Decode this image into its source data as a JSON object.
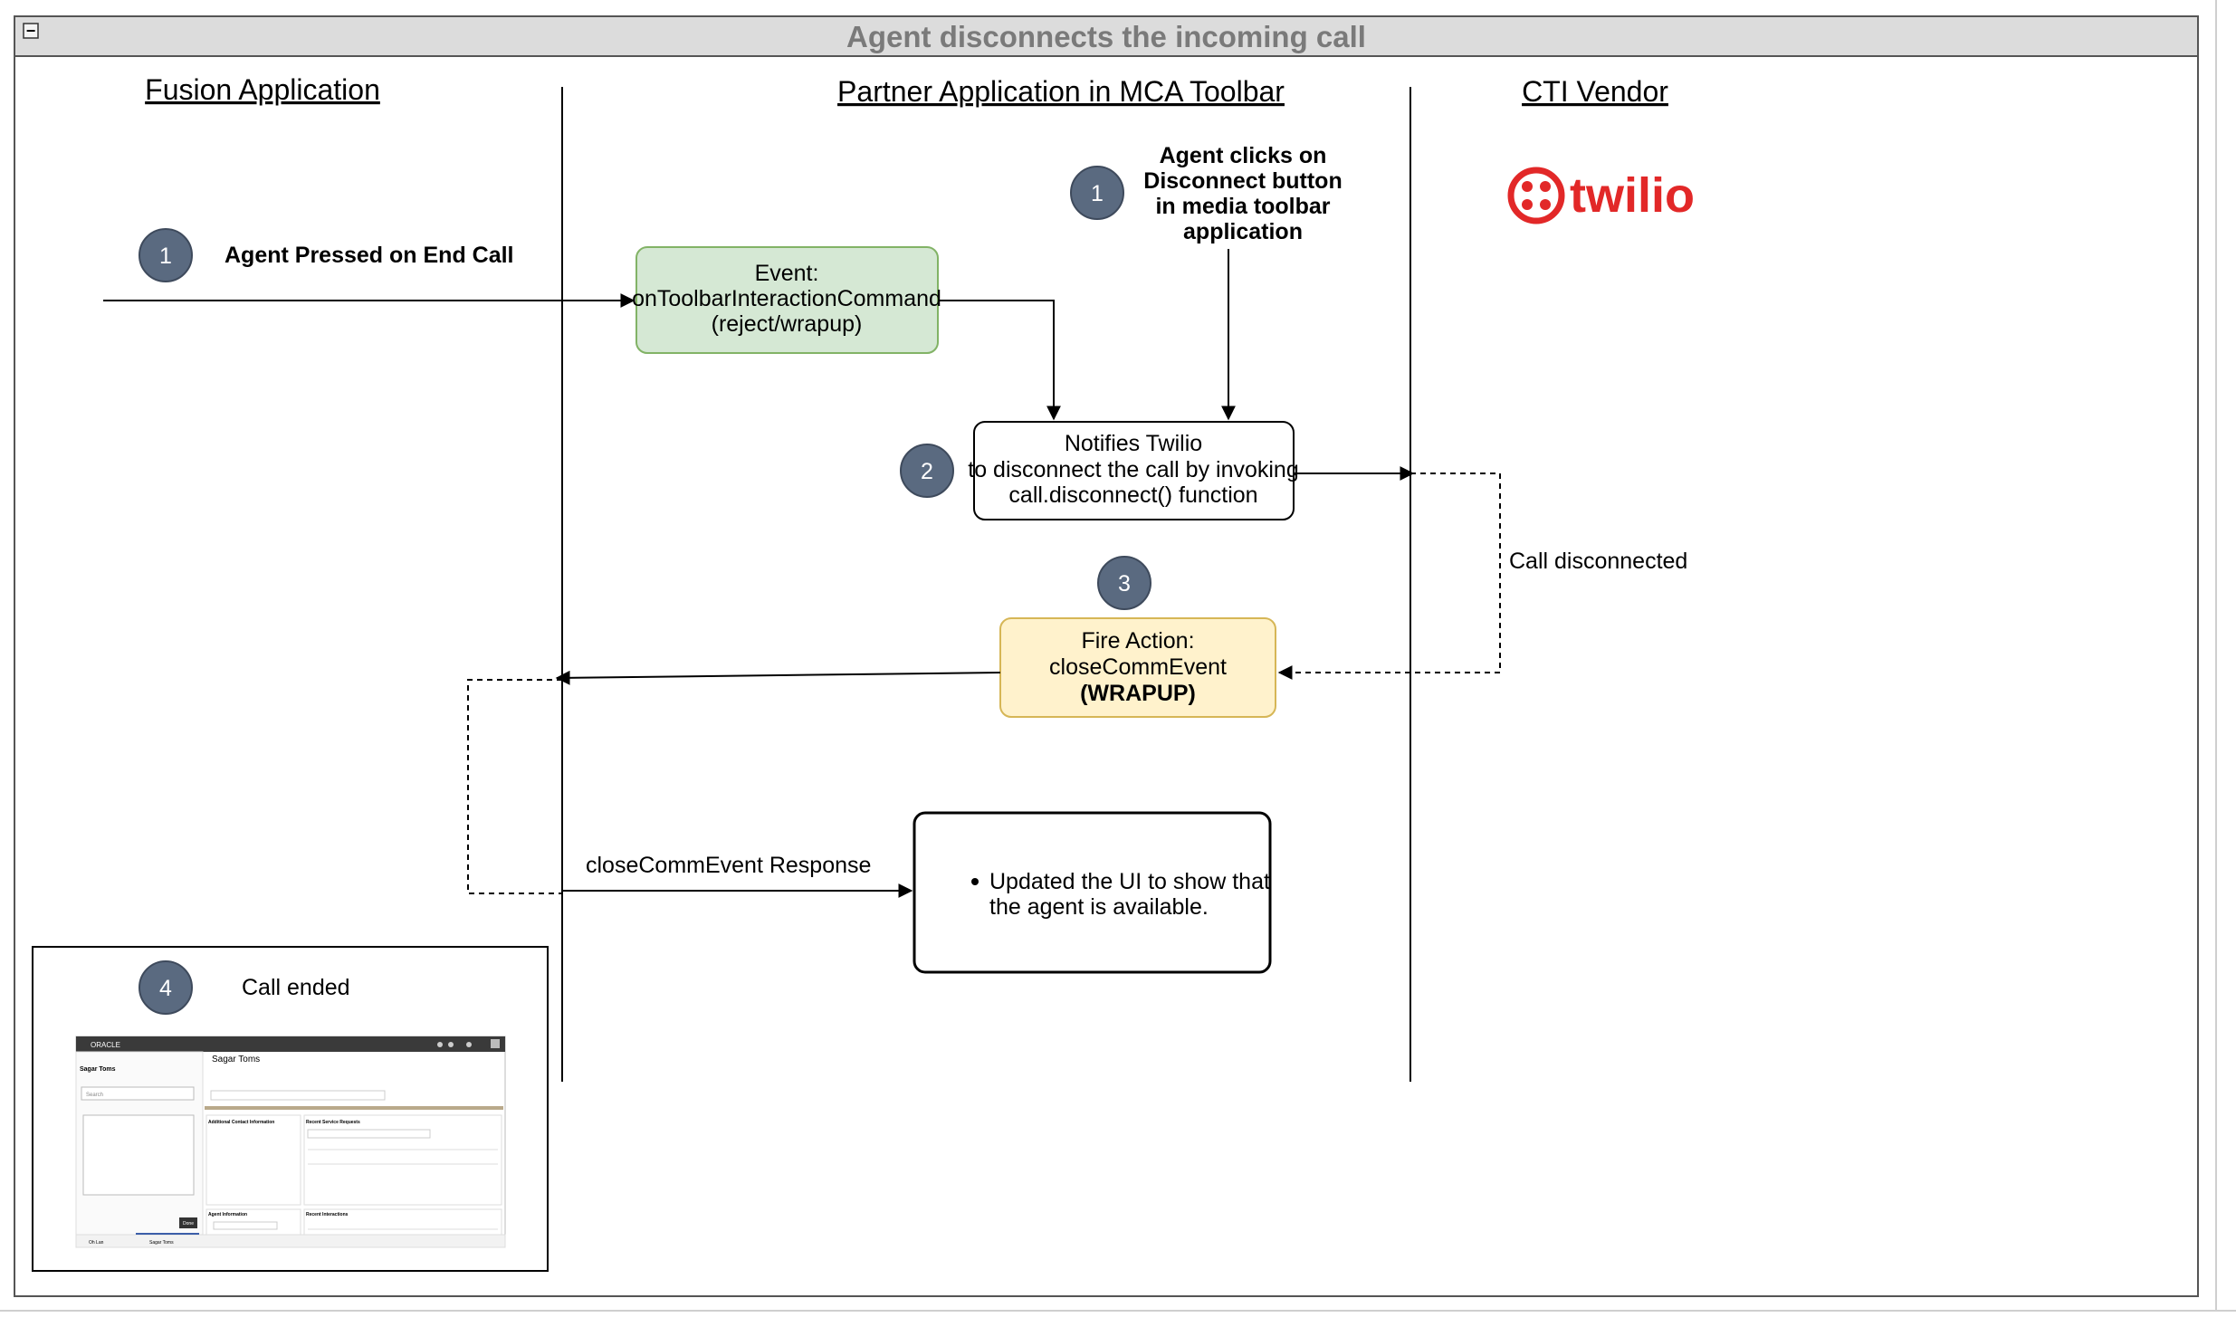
{
  "title": "Agent disconnects the incoming call",
  "lanes": {
    "fusion": "Fusion Application",
    "partner": "Partner Application in MCA Toolbar",
    "cti": "CTI Vendor"
  },
  "brand": {
    "name": "twilio",
    "color": "#e22828"
  },
  "steps": {
    "agent_pressed": {
      "number": "1",
      "label": "Agent Pressed on End Call"
    },
    "agent_clicks": {
      "number": "1",
      "lines": [
        "Agent clicks on",
        "Disconnect button",
        "in media toolbar",
        "application"
      ]
    },
    "notify": {
      "number": "2"
    },
    "fire": {
      "number": "3"
    },
    "call_ended": {
      "number": "4",
      "label": "Call ended"
    }
  },
  "boxes": {
    "event": {
      "lines": [
        "Event:",
        "onToolbarInteractionCommand",
        "(reject/wrapup)"
      ],
      "fill": "#d5e8d4",
      "stroke": "#82b366"
    },
    "notify": {
      "lines": [
        "Notifies Twilio",
        "to disconnect the call by invoking",
        "call.disconnect() function"
      ]
    },
    "fire": {
      "lines": [
        "Fire Action:",
        "closeCommEvent",
        "(WRAPUP)"
      ],
      "fill": "#fff2cc",
      "stroke": "#d6b656"
    },
    "updated": {
      "lines": [
        "Updated the UI to show that",
        "the agent is available."
      ]
    }
  },
  "edges": {
    "call_disconnected": "Call disconnected",
    "response": "closeCommEvent Response"
  },
  "circle_color": "#5a6a80",
  "collapse_symbol": "−",
  "screenshot": {
    "brand": "ORACLE",
    "contact_name": "Sagar Toms",
    "search_placeholder": "Search",
    "footer_tabs": [
      "Oh Lan",
      "Sagar Toms"
    ],
    "section_titles": [
      "Additional Contact Information",
      "Recent Service Requests",
      "Agent Information",
      "Recent Interactions"
    ],
    "done_label": "Done"
  }
}
